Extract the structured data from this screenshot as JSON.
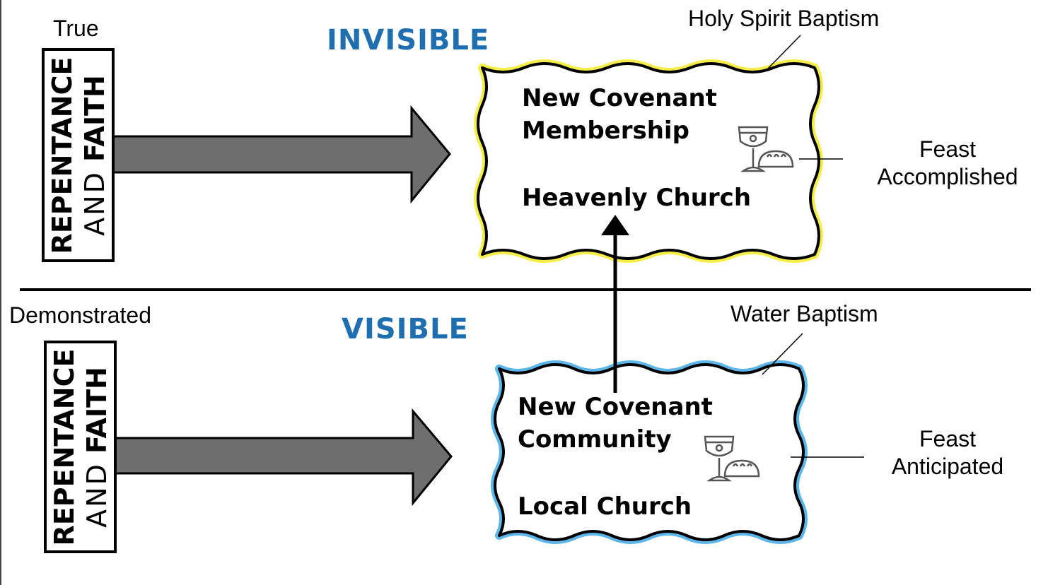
{
  "invisible": {
    "section_title": "INVISIBLE",
    "side_label": "True",
    "vertical_box": {
      "word_bold": "REPENTANCE",
      "word_light": "AND",
      "word_bold_2": "FAITH"
    },
    "bubble": {
      "title_line1": "New Covenant",
      "title_line2": "Membership",
      "subtitle": "Heavenly Church"
    },
    "top_caption": "Holy Spirit Baptism",
    "note_line1": "Feast",
    "note_line2": "Accomplished",
    "outline_color": "#f6ee48"
  },
  "visible": {
    "section_title": "VISIBLE",
    "side_label": "Demonstrated",
    "vertical_box": {
      "word_bold": "REPENTANCE",
      "word_light": "AND",
      "word_bold_2": "FAITH"
    },
    "bubble": {
      "title_line1": "New Covenant",
      "title_line2": "Community",
      "subtitle": "Local Church"
    },
    "top_caption": "Water Baptism",
    "note_line1": "Feast",
    "note_line2": "Anticipated",
    "outline_color": "#5db6ea"
  },
  "icons": [
    "chalice-bread-icon",
    "chalice-bread-icon"
  ],
  "colors": {
    "section_title": "#1f6fb0",
    "arrow_fill": "#6e6e6e"
  }
}
